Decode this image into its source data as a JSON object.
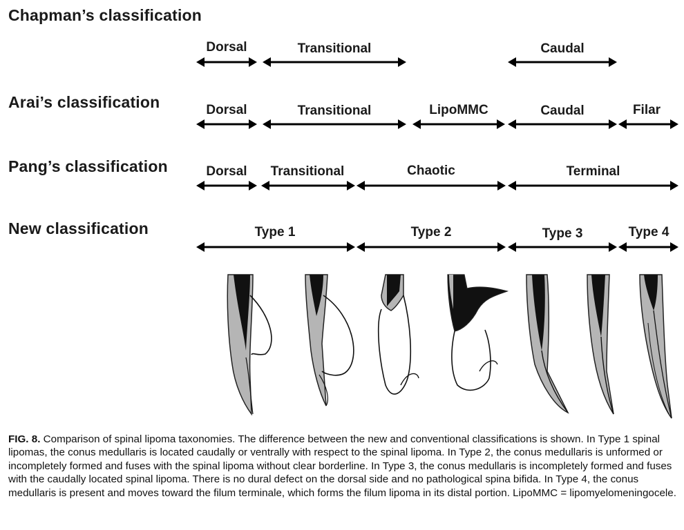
{
  "classifications": {
    "chapman": {
      "title": "Chapman’s classification",
      "segments": [
        "Dorsal",
        "Transitional",
        "Caudal"
      ]
    },
    "arai": {
      "title": "Arai’s classification",
      "segments": [
        "Dorsal",
        "Transitional",
        "LipoMMC",
        "Caudal",
        "Filar"
      ]
    },
    "pang": {
      "title": "Pang’s classification",
      "segments": [
        "Dorsal",
        "Transitional",
        "Chaotic",
        "Terminal"
      ]
    },
    "new": {
      "title": "New classification",
      "segments": [
        "Type 1",
        "Type 2",
        "Type 3",
        "Type 4"
      ]
    }
  },
  "figure": {
    "illustrations": [
      "type-1-illustration-a",
      "type-1-illustration-b",
      "type-2-illustration-a",
      "type-2-illustration-b",
      "type-3-illustration-a",
      "type-3-illustration-b",
      "type-4-illustration"
    ]
  },
  "caption": {
    "label": "FIG. 8.",
    "text": "Comparison of spinal lipoma taxonomies. The difference between the new and conventional classifications is shown. In Type 1 spinal lipomas, the conus medullaris is located caudally or ventrally with respect to the spinal lipoma. In Type 2, the conus medullaris is unformed or incompletely formed and fuses with the spinal lipoma without clear borderline. In Type 3, the conus medullaris is incompletely formed and fuses with the caudally located spinal lipoma. There is no dural defect on the dorsal side and no pathological spina bifida. In Type 4, the conus medullaris is present and moves toward the filum terminale, which forms the filum lipoma in its distal portion. LipoMMC = lipomyelomeningocele."
  }
}
